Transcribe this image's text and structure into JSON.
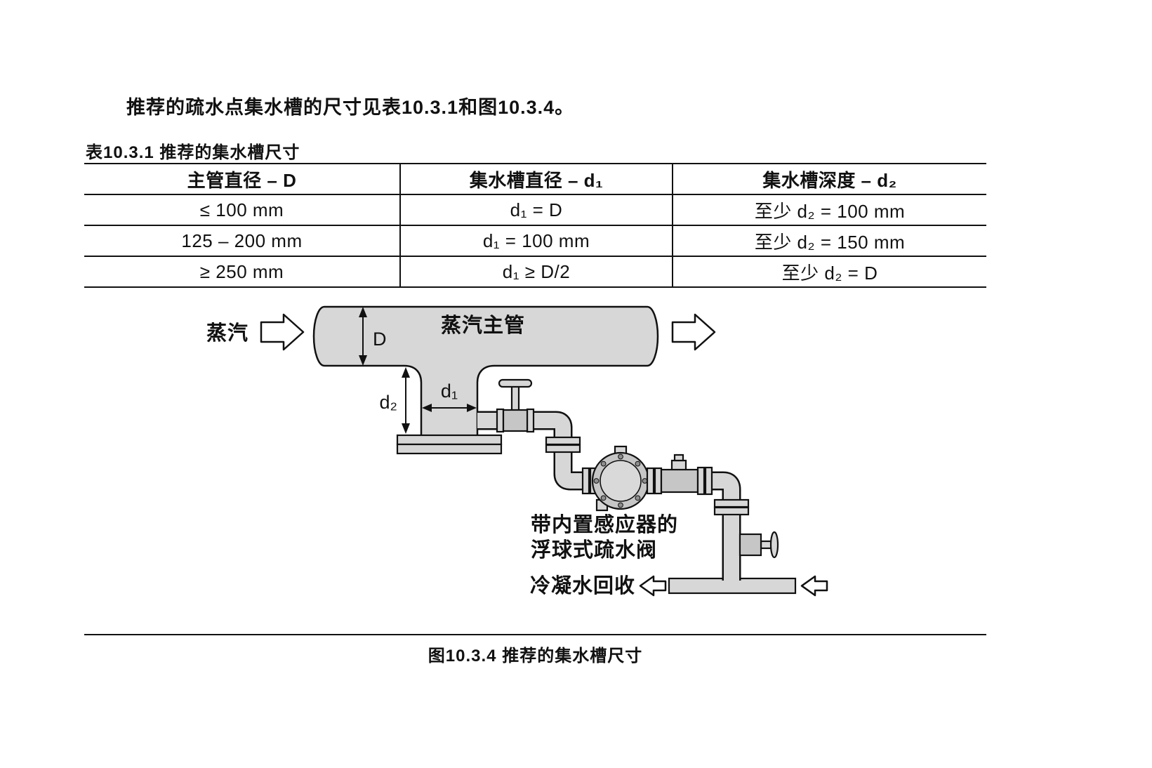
{
  "page": {
    "intro_text": "推荐的疏水点集水槽的尺寸见表10.3.1和图10.3.4。",
    "table_caption": "表10.3.1 推荐的集水槽尺寸",
    "figure_caption": "图10.3.4 推荐的集水槽尺寸"
  },
  "table": {
    "headers": [
      "主管直径 – D",
      "集水槽直径 – d₁",
      "集水槽深度 – d₂"
    ],
    "rows": [
      [
        "≤ 100 mm",
        "d₁ = D",
        "至少 d₂ = 100 mm"
      ],
      [
        "125 – 200 mm",
        "d₁ = 100 mm",
        "至少 d₂ = 150 mm"
      ],
      [
        "≥ 250 mm",
        "d₁ ≥ D/2",
        "至少 d₂ = D"
      ]
    ]
  },
  "diagram": {
    "steam_label": "蒸汽",
    "steam_main_label": "蒸汽主管",
    "dim_main_diameter": "D",
    "dim_pocket_diameter": "d₁",
    "dim_pocket_depth": "d₂",
    "trap_label_line1": "带内置感应器的",
    "trap_label_line2": "浮球式疏水阀",
    "condensate_label": "冷凝水回收"
  },
  "colors": {
    "pipe_fill": "#d7d7d7",
    "line_color": "#111111",
    "background": "#ffffff"
  }
}
